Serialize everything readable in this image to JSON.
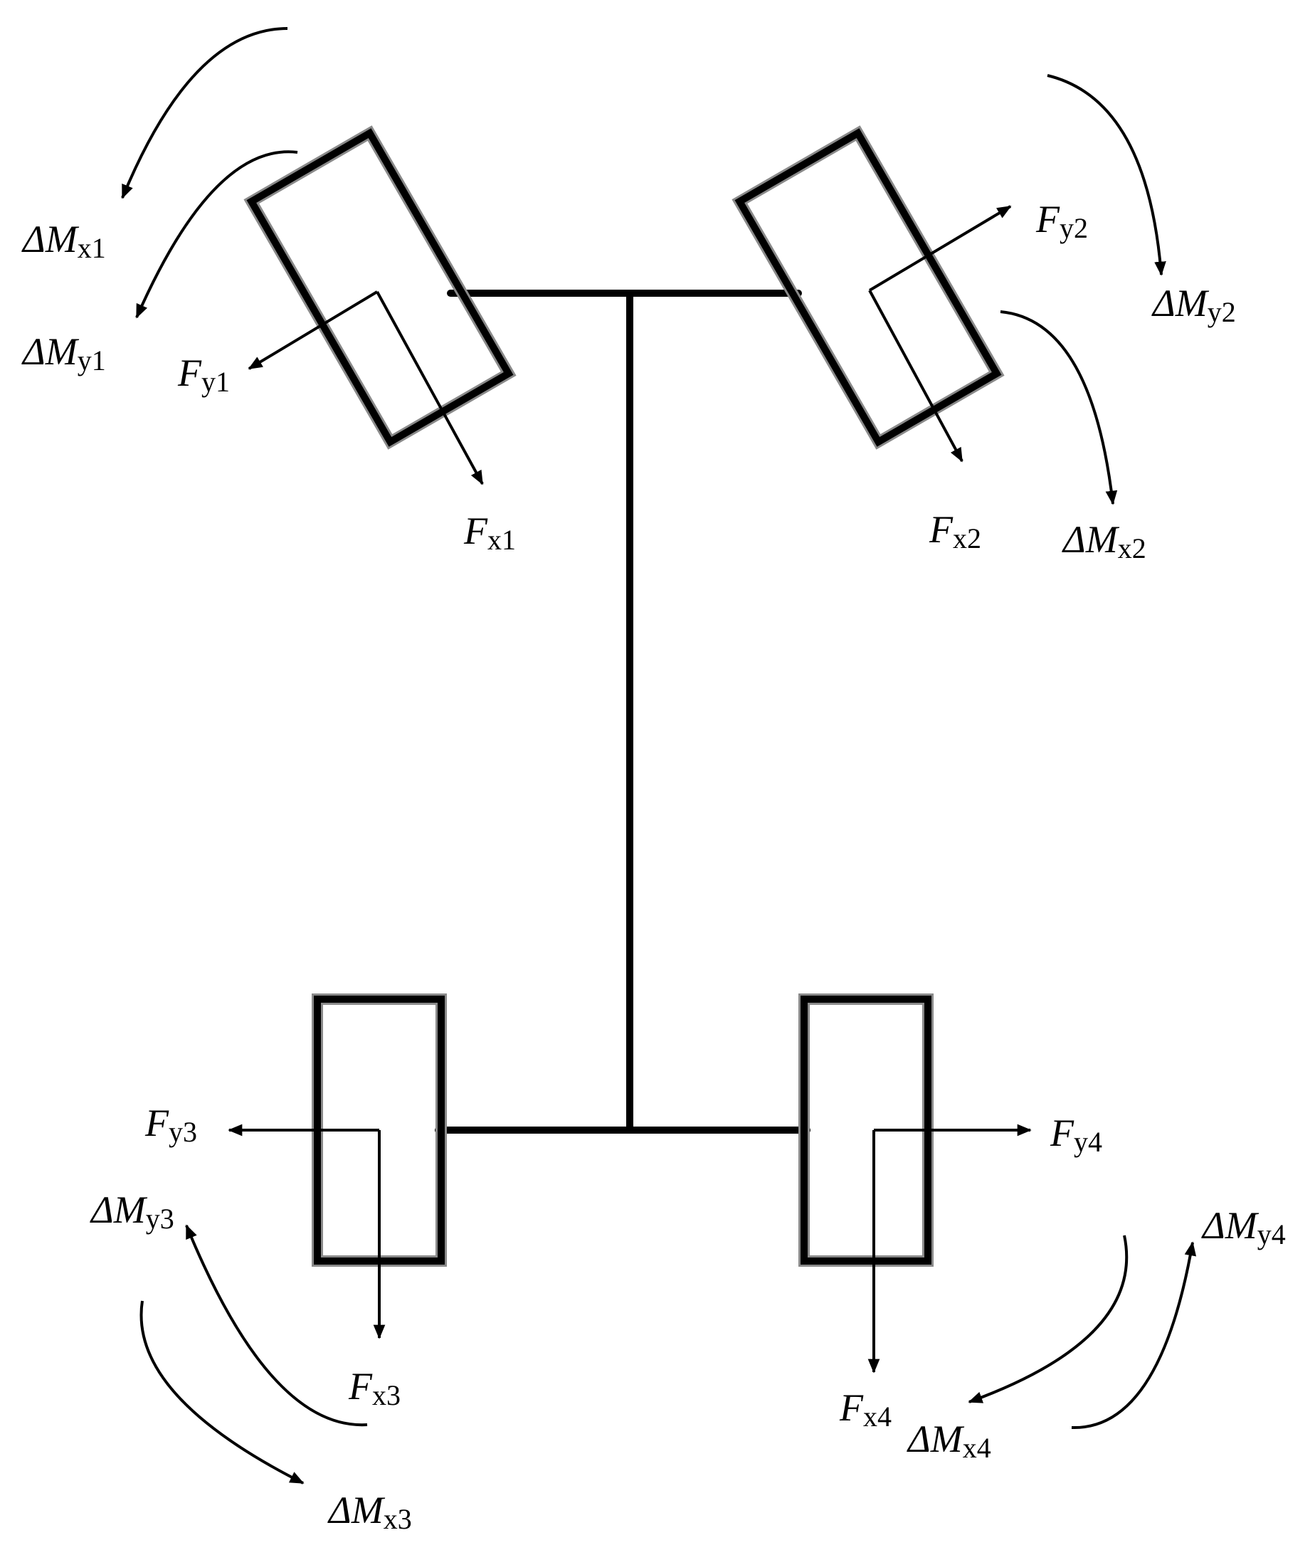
{
  "labels": {
    "wheel1": {
      "fx_sym": "F",
      "fx_sub": "x1",
      "fy_sym": "F",
      "fy_sub": "y1",
      "mx_sym": "ΔM",
      "mx_sub": "x1",
      "my_sym": "ΔM",
      "my_sub": "y1"
    },
    "wheel2": {
      "fx_sym": "F",
      "fx_sub": "x2",
      "fy_sym": "F",
      "fy_sub": "y2",
      "mx_sym": "ΔM",
      "mx_sub": "x2",
      "my_sym": "ΔM",
      "my_sub": "y2"
    },
    "wheel3": {
      "fx_sym": "F",
      "fx_sub": "x3",
      "fy_sym": "F",
      "fy_sub": "y3",
      "mx_sym": "ΔM",
      "mx_sub": "x3",
      "my_sym": "ΔM",
      "my_sub": "y3"
    },
    "wheel4": {
      "fx_sym": "F",
      "fx_sub": "x4",
      "fy_sym": "F",
      "fy_sub": "y4",
      "mx_sym": "ΔM",
      "mx_sub": "x4",
      "my_sym": "ΔM",
      "my_sub": "y4"
    }
  },
  "colors": {
    "stroke": "#000000",
    "wheel_shadow": "#8a8a8a"
  }
}
